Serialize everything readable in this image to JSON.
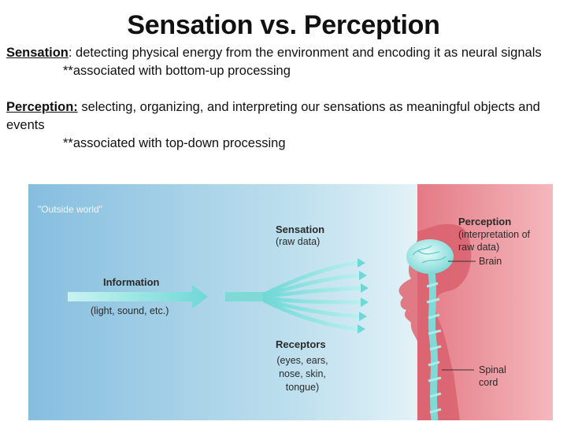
{
  "title": "Sensation vs. Perception",
  "sensation": {
    "term": "Sensation",
    "definition": ": detecting physical energy from the environment and encoding it as neural signals",
    "note": "**associated with bottom-up processing"
  },
  "perception": {
    "term": "Perception:",
    "definition": "  selecting, organizing, and interpreting our sensations as meaningful objects and events",
    "note": "**associated with top-down processing"
  },
  "figure": {
    "outside_world": "\"Outside world\"",
    "information": "Information",
    "information_sub": "(light, sound, etc.)",
    "sensation_label": "Sensation",
    "sensation_sub": "(raw data)",
    "receptors_label": "Receptors",
    "receptors_sub_1": "(eyes, ears,",
    "receptors_sub_2": "nose, skin,",
    "receptors_sub_3": "tongue)",
    "perception_label": "Perception",
    "perception_sub_1": "(interpretation of",
    "perception_sub_2": "raw data)",
    "brain": "Brain",
    "spinal_1": "Spinal",
    "spinal_2": "cord",
    "colors": {
      "outside_bg": "#8ec3e0",
      "inside_bg": "#e58a93",
      "nerve": "#8fe0e0"
    }
  }
}
